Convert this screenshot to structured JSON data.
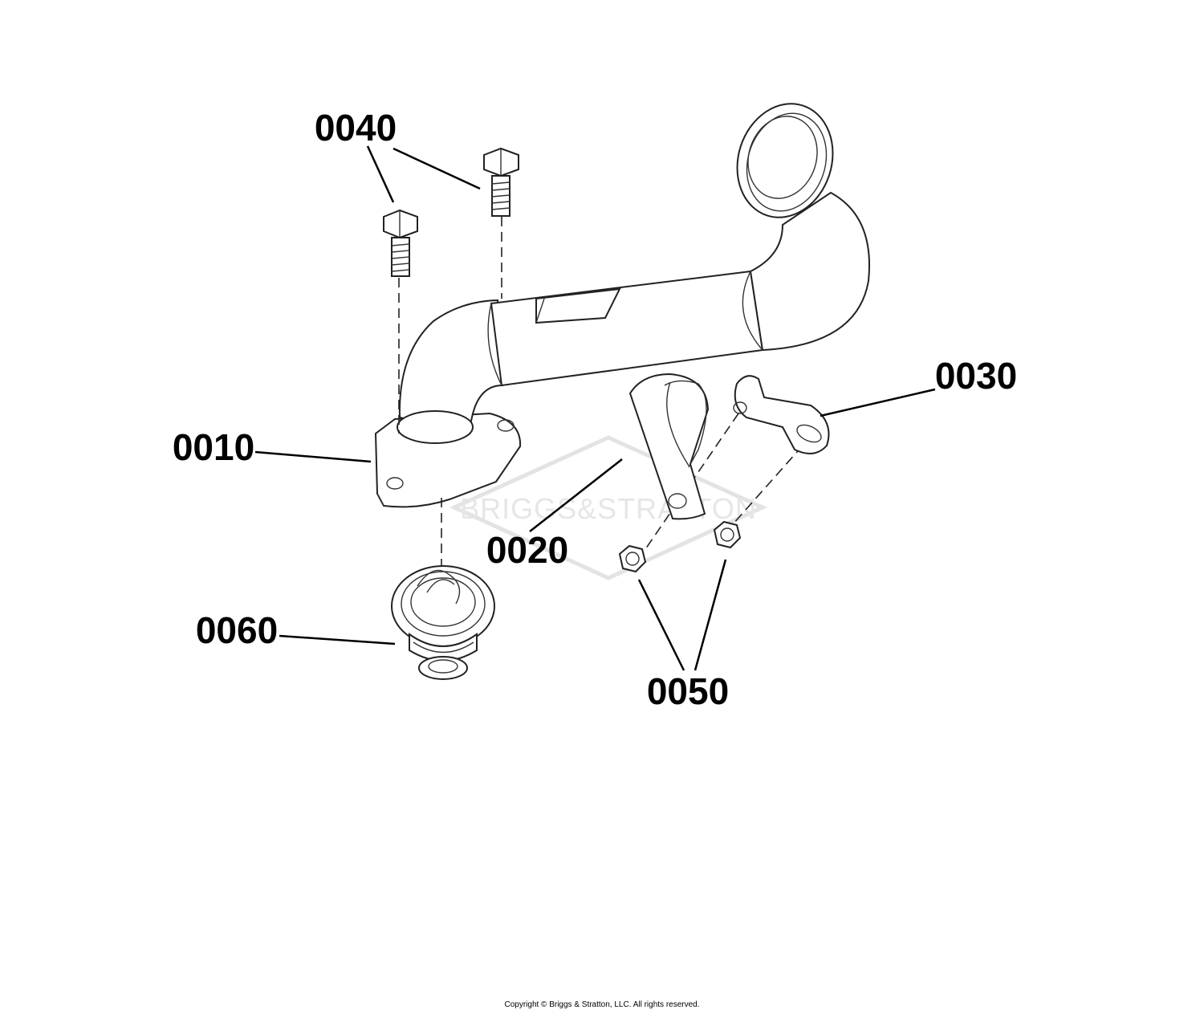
{
  "parts": {
    "p0010": "0010",
    "p0020": "0020",
    "p0030": "0030",
    "p0040": "0040",
    "p0050": "0050",
    "p0060": "0060"
  },
  "watermark": "BRIGGS&STRATTON",
  "copyright": "Copyright © Briggs & Stratton, LLC. All rights reserved."
}
